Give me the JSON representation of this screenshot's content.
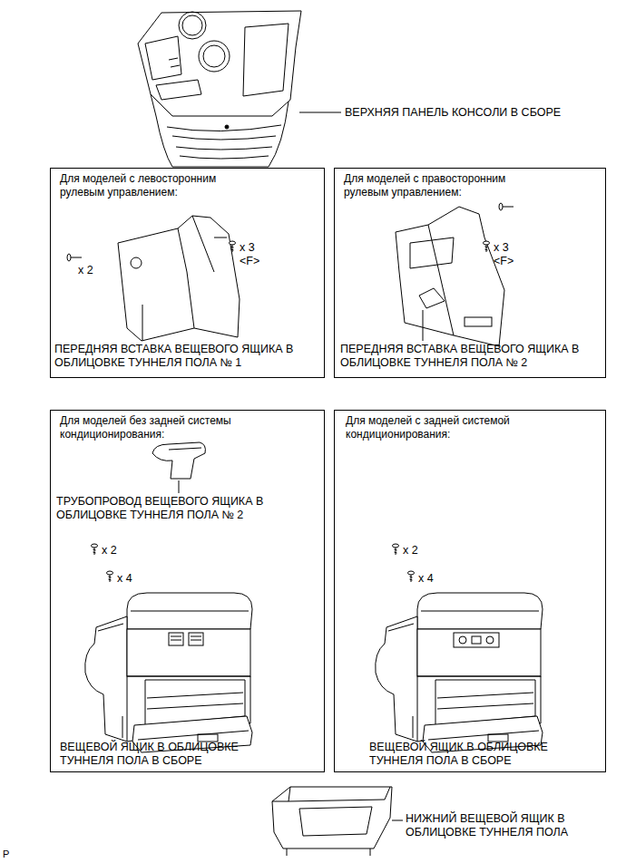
{
  "diagram": {
    "nodes": [
      {
        "text": [
          "Для моделей с левосторонним рулевым управлением:",
          "ПЕРЕДНЯЯ ВСТАВКА ВЕЩЕВОГО ЯЩИКА В ОБЛИЦОВКЕ ТУННЕЛЯ ПОЛА № 1"
        ]
      },
      {
        "text": [
          "Для моделей с правосторонним рулевым управлением:",
          "ПЕРЕДНЯЯ ВСТАВКА ВЕЩЕВОГО ЯЩИКА В ОБЛИЦОВКЕ ТУННЕЛЯ ПОЛА № 2"
        ]
      },
      {
        "text": [
          "Для моделей без задней системы кондиционирования:",
          "ТРУБОПРОВОД ВЕЩЕВОГО ЯЩИКА В ОБЛИЦОВКЕ ТУННЕЛЯ ПОЛА № 2",
          "ВЕЩЕВОЙ ЯЩИК В ОБЛИЦОВКЕ ТУННЕЛЯ ПОЛА В СБОРЕ"
        ]
      },
      {
        "text": [
          "Для моделей с задней системой кондиционирования:",
          "ВЕЩЕВОЙ ЯЩИК В ОБЛИЦОВКЕ ТУННЕЛЯ ПОЛА В СБОРЕ"
        ]
      }
    ],
    "labels": [
      "ВЕРХНЯЯ ПАНЕЛЬ КОНСОЛИ В СБОРЕ",
      "x 2",
      "x 3",
      "<F>",
      "x 3",
      "<F>",
      "x 2",
      "x 4",
      "x 2",
      "x 4",
      "НИЖНИЙ ВЕЩЕВОЙ ЯЩИК В ОБЛИЦОВКЕ ТУННЕЛЯ ПОЛА",
      "P"
    ]
  }
}
